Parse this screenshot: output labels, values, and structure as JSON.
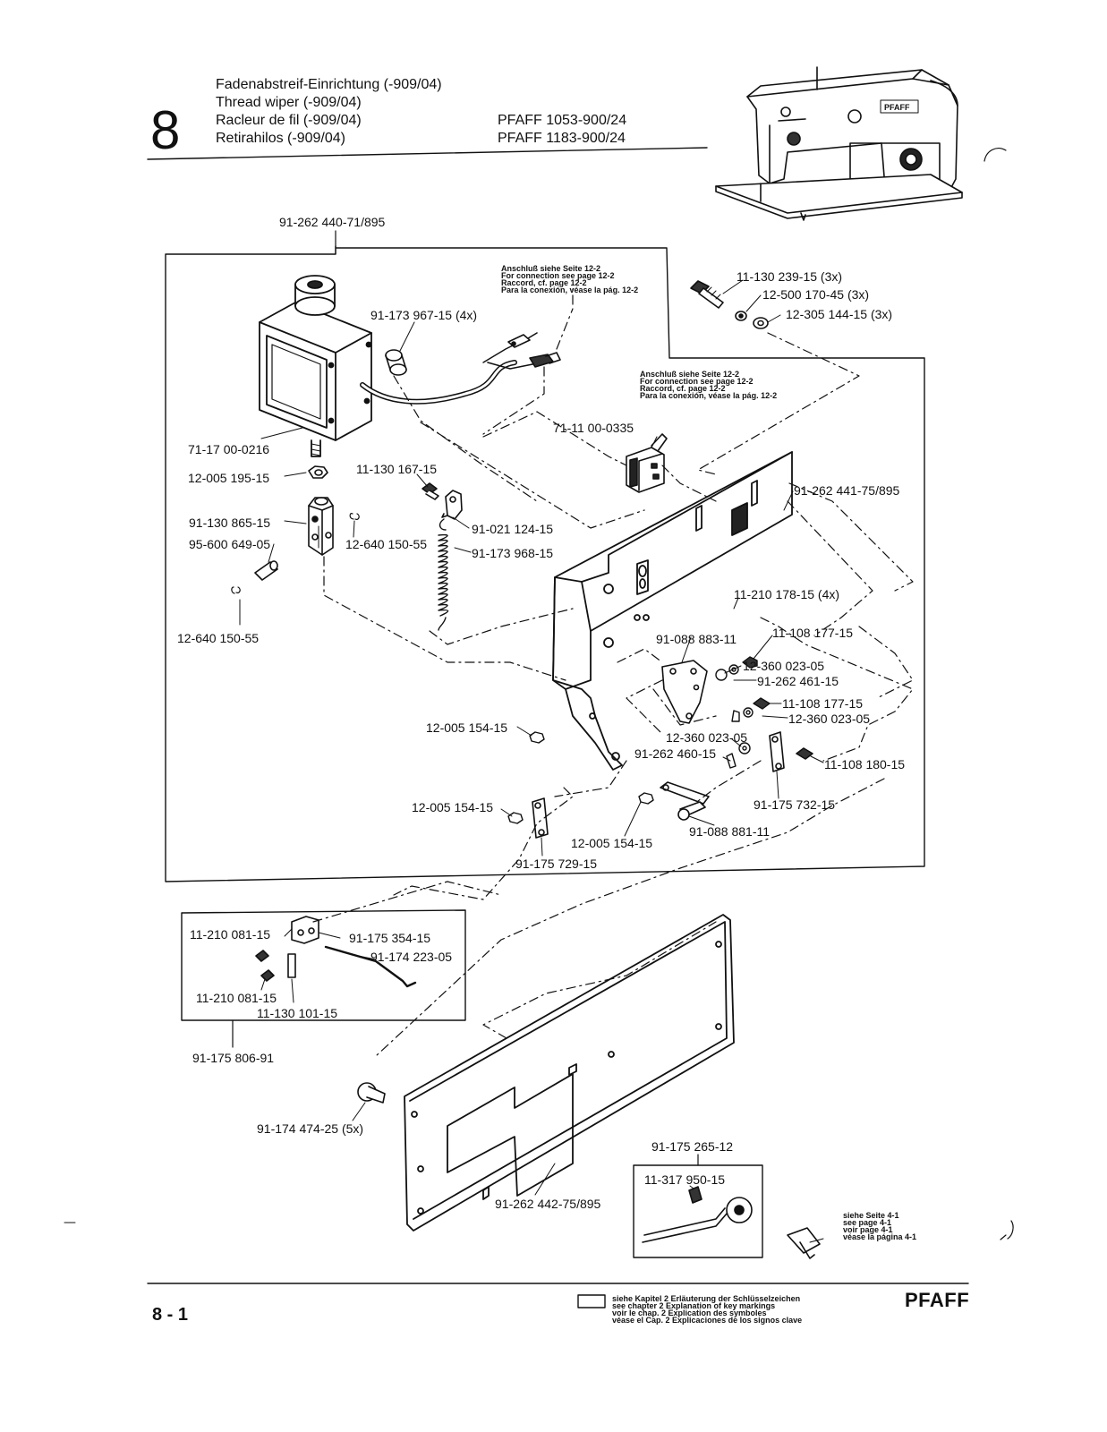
{
  "header": {
    "section_number": "8",
    "titles": [
      "Fadenabstreif-Einrichtung (-909/04)",
      "Thread wiper (-909/04)",
      "Racleur de fil (-909/04)",
      "Retirahilos (-909/04)"
    ],
    "models": [
      "PFAFF 1053-900/24",
      "PFAFF 1183-900/24"
    ],
    "machine_brand": "PFAFF"
  },
  "notes": {
    "connection_1": [
      "Anschluß siehe Seite 12-2",
      "For connection see page 12-2",
      "Raccord, cf. page 12-2",
      "Para la conexión, véase la pág. 12-2"
    ],
    "connection_2": [
      "Anschluß siehe Seite 12-2",
      "For connection see page 12-2",
      "Raccord, cf. page 12-2",
      "Para la conexión, véase la pág. 12-2"
    ],
    "see_page": [
      "siehe  Seite 4-1",
      "see page 4-1",
      "voir page 4-1",
      "véase la página 4-1"
    ]
  },
  "parts": {
    "p01": "91-262 440-71/895",
    "p02": "11-130 239-15 (3x)",
    "p03": "12-500 170-45 (3x)",
    "p04": "12-305 144-15 (3x)",
    "p05": "91-173 967-15 (4x)",
    "p06": "71-11 00-0335",
    "p07": "71-17 00-0216",
    "p08": "12-005 195-15",
    "p09": "11-130 167-15",
    "p10": "91-262 441-75/895",
    "p11": "91-130 865-15",
    "p12": "91-021 124-15",
    "p13": "95-600 649-05",
    "p14": "12-640 150-55",
    "p15": "91-173 968-15",
    "p16": "11-210 178-15 (4x)",
    "p17": "12-640 150-55",
    "p18": "91-088 883-11",
    "p19": "11-108 177-15",
    "p20": "12-360 023-05",
    "p21": "91-262 461-15",
    "p22": "11-108 177-15",
    "p23": "12-360 023-05",
    "p24": "12-005 154-15",
    "p25": "12-360 023-05",
    "p26": "91-262 460-15",
    "p27": "11-108 180-15",
    "p28": "91-175 732-15",
    "p29": "12-005 154-15",
    "p30": "91-088 881-11",
    "p31": "12-005 154-15",
    "p32": "91-175 729-15",
    "p33": "11-210 081-15",
    "p34": "91-175 354-15",
    "p35": "91-174 223-05",
    "p36": "11-210 081-15",
    "p37": "11-130 101-15",
    "p38": "91-175 806-91",
    "p39": "91-174 474-25 (5x)",
    "p40": "91-175 265-12",
    "p41": "11-317 950-15",
    "p42": "91-262 442-75/895"
  },
  "footer": {
    "page_number": "8 - 1",
    "legend": [
      "siehe Kapitel 2 Erläuterung der Schlüsselzeichen",
      "see chapter 2 Explanation of key markings",
      "voir le chap. 2 Explication des symboles",
      "véase el Cap. 2 Explicaciones de los signos clave"
    ],
    "brand": "PFAFF"
  }
}
